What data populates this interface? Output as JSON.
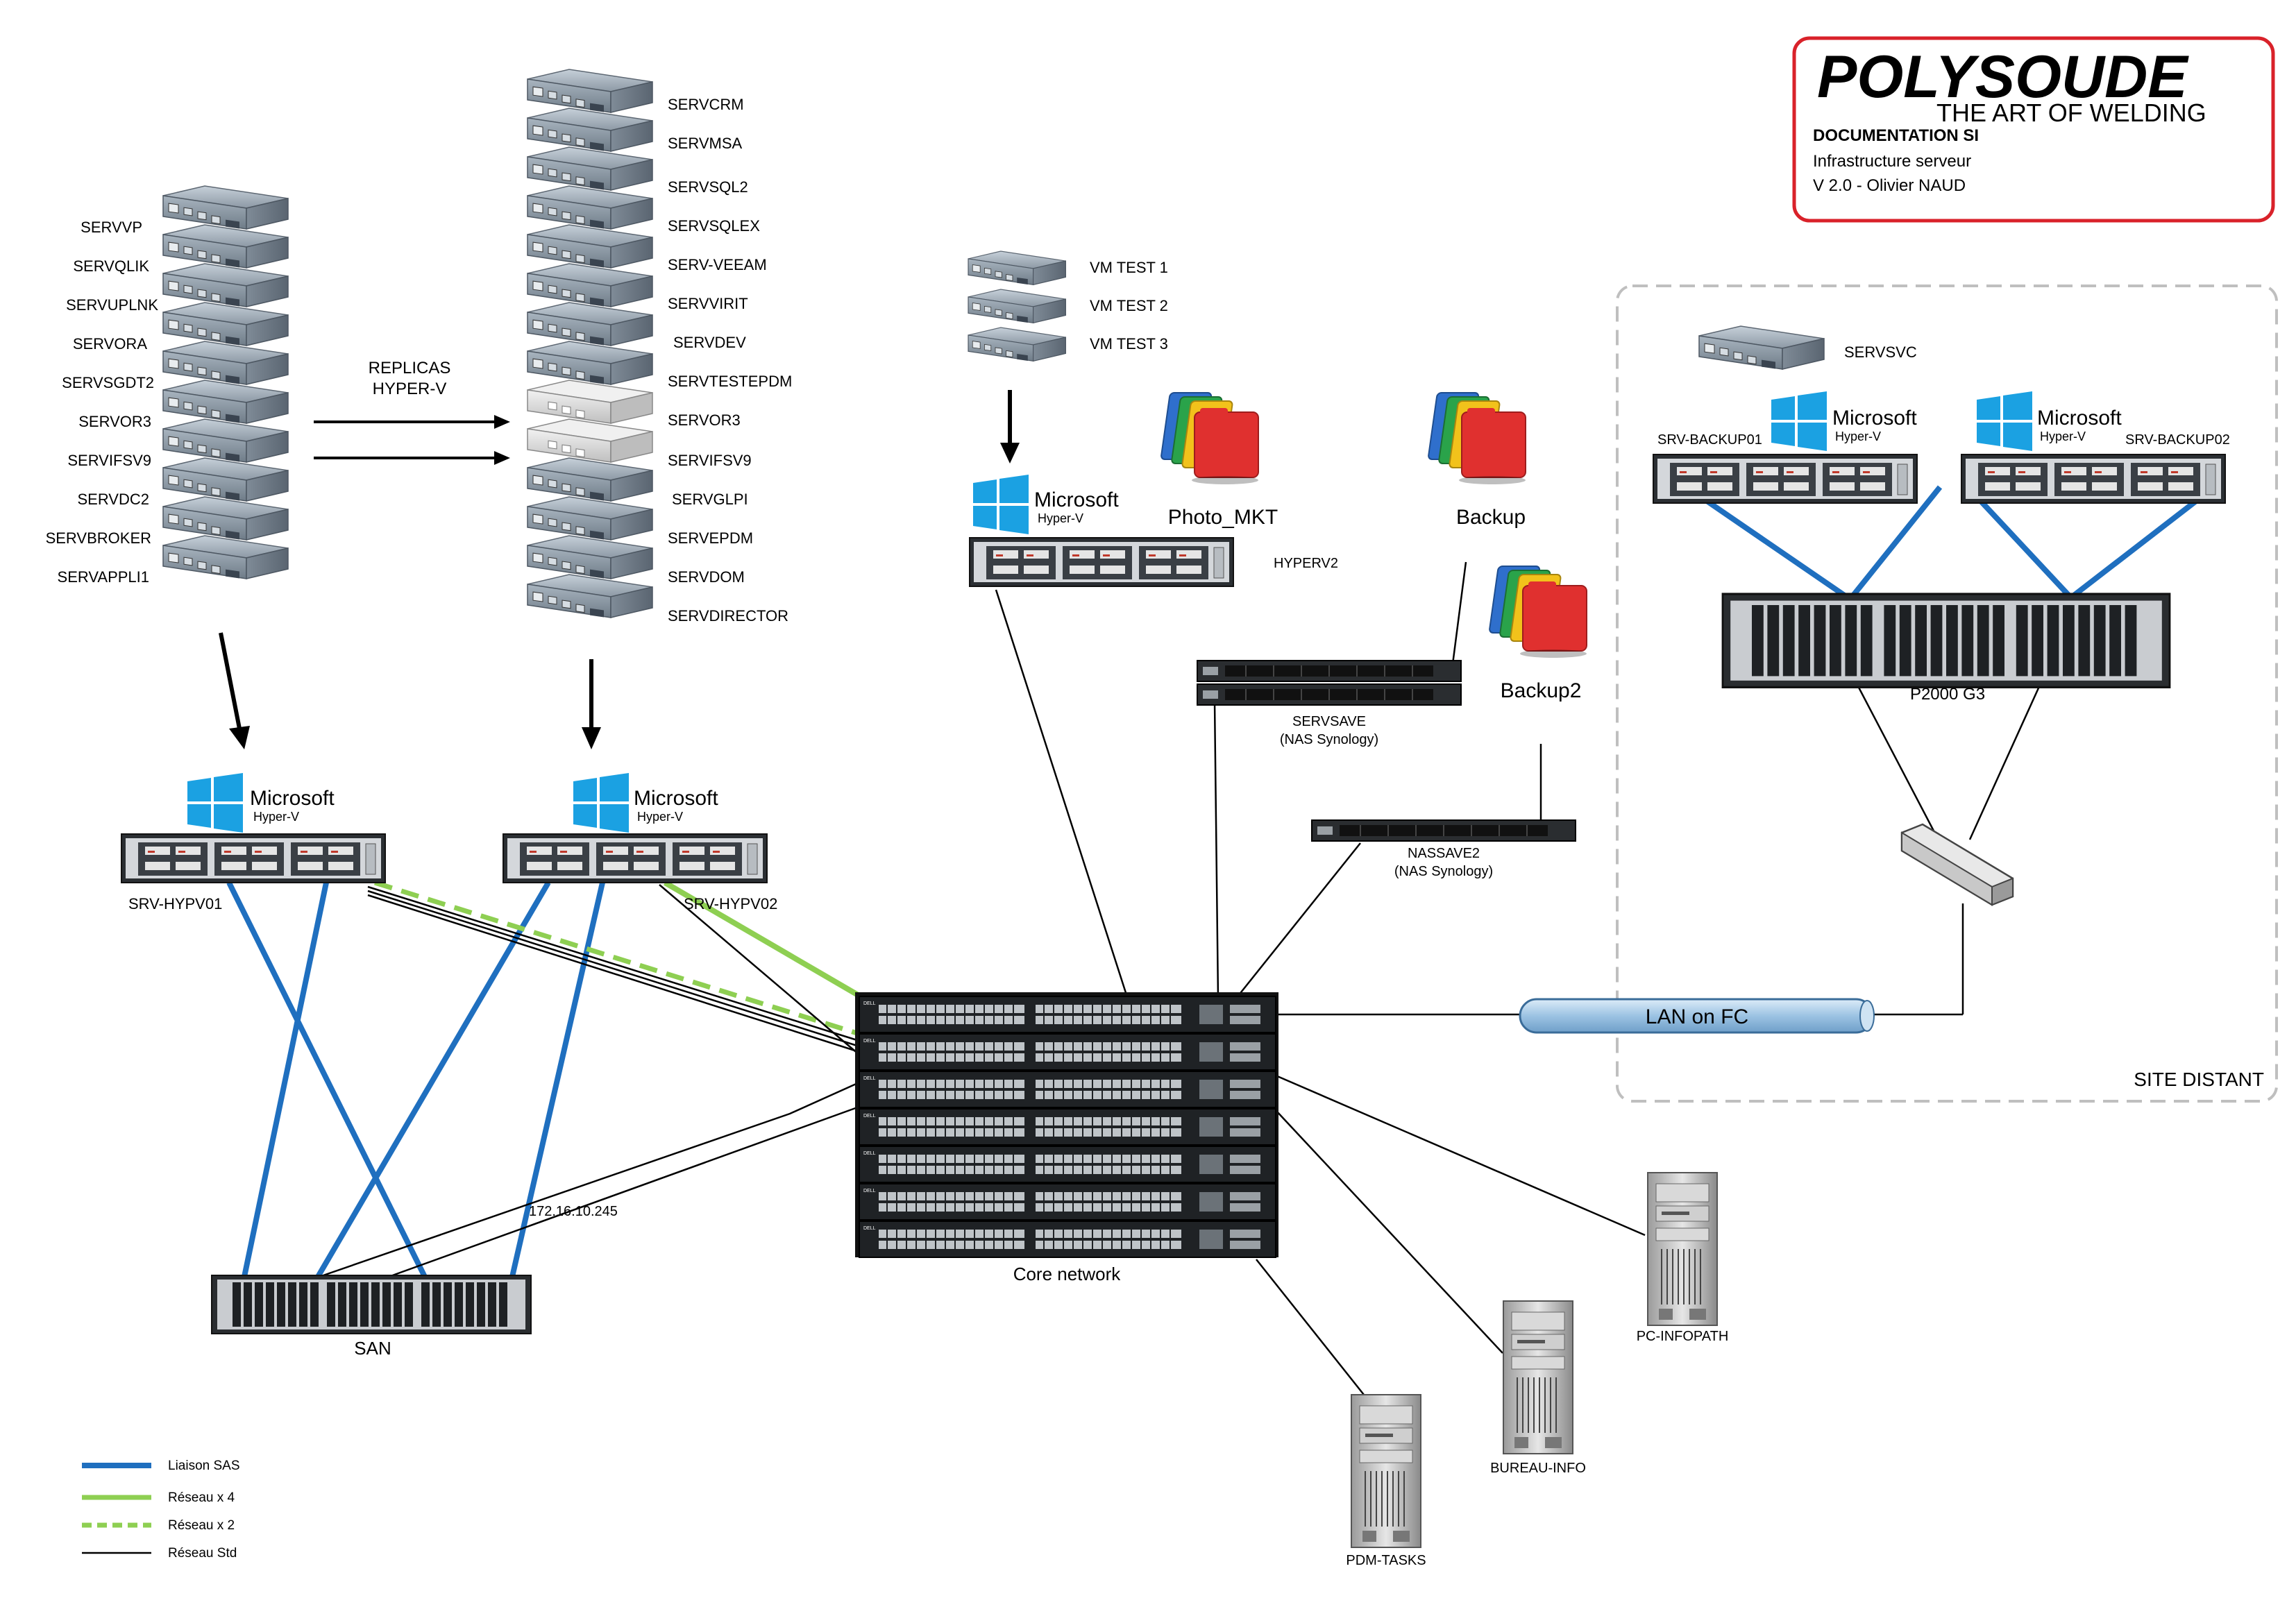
{
  "logo": {
    "name": "POLYSOUDE",
    "tagline": "THE ART OF WELDING"
  },
  "doc_info": {
    "title": "DOCUMENTATION SI",
    "subtitle": "Infrastructure serveur",
    "version": "V 2.0 - Olivier NAUD"
  },
  "hyperv_badge": {
    "brand": "Microsoft",
    "product": "Hyper-V"
  },
  "vm_group_1": [
    "SERVVP",
    "SERVQLIK",
    "SERVUPLNK",
    "SERVORA",
    "SERVSGDT2",
    "SERVOR3",
    "SERVIFSV9",
    "SERVDC2",
    "SERVBROKER",
    "SERVAPPLI1"
  ],
  "replica_label": "REPLICAS\nHYPER-V",
  "vm_group_2": [
    "SERVCRM",
    "SERVMSA",
    "SERVSQL2",
    "SERVSQLEX",
    "SERV-VEEAM",
    "SERVVIRIT",
    "SERVDEV",
    "SERVTESTEPDM",
    "SERVOR3",
    "SERVIFSV9",
    "SERVGLPI",
    "SERVEPDM",
    "SERVDOM",
    "SERVDIRECTOR"
  ],
  "vm_test": [
    "VM TEST 1",
    "VM TEST 2",
    "VM TEST 3"
  ],
  "hosts": {
    "hypv01": "SRV-HYPV01",
    "hypv02": "SRV-HYPV02",
    "hyperv2": "HYPERV2",
    "backup01": "SRV-BACKUP01",
    "backup02": "SRV-BACKUP02",
    "servsvc": "SERVSVC"
  },
  "shares": {
    "photo": "Photo_MKT",
    "backup": "Backup",
    "backup2": "Backup2"
  },
  "nas": {
    "servsave": "SERVSAVE",
    "servsave_sub": "(NAS Synology)",
    "nassave2": "NASSAVE2",
    "nassave2_sub": "(NAS Synology)"
  },
  "storage": {
    "san": "SAN",
    "p2000": "P2000 G3",
    "san_ip": "172.16.10.245"
  },
  "core_label": "Core network",
  "lan_fc": "LAN on FC",
  "site_distant": "SITE DISTANT",
  "pcs": {
    "infopath": "PC-INFOPATH",
    "bureau": "BUREAU-INFO",
    "pdm": "PDM-TASKS"
  },
  "legend": {
    "items": [
      {
        "label": "Liaison SAS",
        "color": "#1f6fbf",
        "style": "solid-thick"
      },
      {
        "label": "Réseau x 4",
        "color": "#8ecf52",
        "style": "solid"
      },
      {
        "label": "Réseau x 2",
        "color": "#8ecf52",
        "style": "dashed"
      },
      {
        "label": "Réseau Std",
        "color": "#000000",
        "style": "thin"
      }
    ]
  },
  "colors": {
    "sas_blue": "#1f6fbf",
    "net_green": "#8ecf52",
    "frame_red": "#d9222a",
    "logo_blue": "#1c5aa8"
  }
}
